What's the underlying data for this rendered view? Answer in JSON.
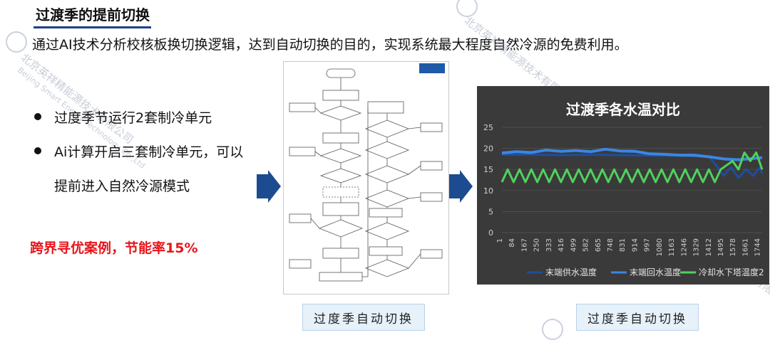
{
  "page": {
    "title": "过渡季的提前切换",
    "subtitle": "通过AI技术分析校核板换切换逻辑，达到自动切换的目的，实现系统最大程度自然冷源的免费利用。"
  },
  "bullets": {
    "item1": "过度季节运行2套制冷单元",
    "item2_line1": "Ai计算开启三套制冷单元，可以",
    "item2_line2": "提前进入自然冷源模式"
  },
  "highlight": "跨界寻优案例，节能率15%",
  "captions": {
    "left": "过度季自动切换",
    "right": "过度季自动切换"
  },
  "watermark": {
    "text_cn": "北京英祥精能源技术有限公司",
    "text_en": "Beijing Smart Energy Technology Co.,Ltd"
  },
  "colors": {
    "title_rule": "#1e3f8c",
    "highlight": "#e8141b",
    "arrow": "#1c4c8f",
    "chart_bg": "#3a3a3a",
    "series1": "#1f4e9a",
    "series2": "#3c86e0",
    "series3": "#4fd15d"
  },
  "chart_data": {
    "type": "line",
    "title": "过渡季各水温对比",
    "ylim": [
      0,
      25
    ],
    "yticks": [
      "0",
      "5",
      "10",
      "15",
      "20",
      "25"
    ],
    "xticks": [
      "1",
      "84",
      "167",
      "250",
      "333",
      "416",
      "499",
      "582",
      "665",
      "748",
      "831",
      "914",
      "997",
      "1080",
      "1163",
      "1246",
      "1329",
      "1412",
      "1495",
      "1578",
      "1661",
      "1744"
    ],
    "grid": true,
    "legend_position": "bottom",
    "series": [
      {
        "name": "末端供水温度",
        "x": [
          1,
          200,
          400,
          600,
          800,
          1000,
          1200,
          1400,
          1450,
          1500,
          1550,
          1600,
          1650,
          1700,
          1744,
          1760
        ],
        "values": [
          18.5,
          18.5,
          18.4,
          18.5,
          18.4,
          18.3,
          18.3,
          18.0,
          16.0,
          13.5,
          15.5,
          13.0,
          15.0,
          13.5,
          15.5,
          14.0
        ]
      },
      {
        "name": "末端回水温度",
        "x": [
          1,
          100,
          200,
          300,
          400,
          500,
          600,
          700,
          800,
          900,
          1000,
          1100,
          1200,
          1300,
          1400,
          1500,
          1600,
          1700,
          1760
        ],
        "values": [
          18.9,
          19.2,
          19.0,
          19.6,
          19.3,
          19.5,
          19.2,
          19.8,
          19.4,
          19.3,
          18.7,
          18.6,
          18.4,
          18.4,
          18.0,
          17.5,
          17.3,
          17.6,
          17.8
        ]
      },
      {
        "name": "冷却水下塔温度2",
        "x": [
          1,
          40,
          80,
          120,
          160,
          200,
          240,
          280,
          320,
          360,
          400,
          440,
          480,
          520,
          560,
          600,
          640,
          680,
          720,
          760,
          800,
          840,
          880,
          920,
          960,
          1000,
          1040,
          1080,
          1120,
          1160,
          1200,
          1240,
          1280,
          1320,
          1360,
          1400,
          1440,
          1480,
          1520,
          1560,
          1600,
          1640,
          1680,
          1720,
          1760
        ],
        "values": [
          12,
          15,
          12,
          15,
          12,
          15,
          12,
          15,
          12,
          15,
          12,
          15,
          12,
          15,
          12,
          15,
          12,
          15,
          12,
          15,
          12,
          15,
          12,
          15,
          12,
          15,
          12,
          15,
          12,
          15,
          12,
          15,
          12,
          15,
          12,
          15,
          12,
          15,
          16,
          17,
          15,
          19,
          17,
          19,
          15
        ]
      }
    ]
  }
}
